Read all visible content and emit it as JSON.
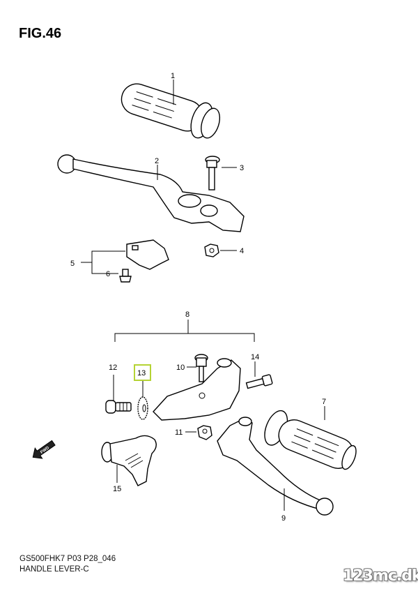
{
  "figure": {
    "title": "FIG.46"
  },
  "callouts": {
    "c1": "1",
    "c2": "2",
    "c3": "3",
    "c4": "4",
    "c5": "5",
    "c6": "6",
    "c7": "7",
    "c8": "8",
    "c9": "9",
    "c10": "10",
    "c11": "11",
    "c12": "12",
    "c13": "13",
    "c14": "14",
    "c15": "15"
  },
  "highlight_color": "#b5d334",
  "fwd_label": "FWD",
  "footer": {
    "code": "GS500FHK7 P03 P28_046",
    "name": "HANDLE LEVER-C"
  },
  "watermark": "123mc.dk"
}
